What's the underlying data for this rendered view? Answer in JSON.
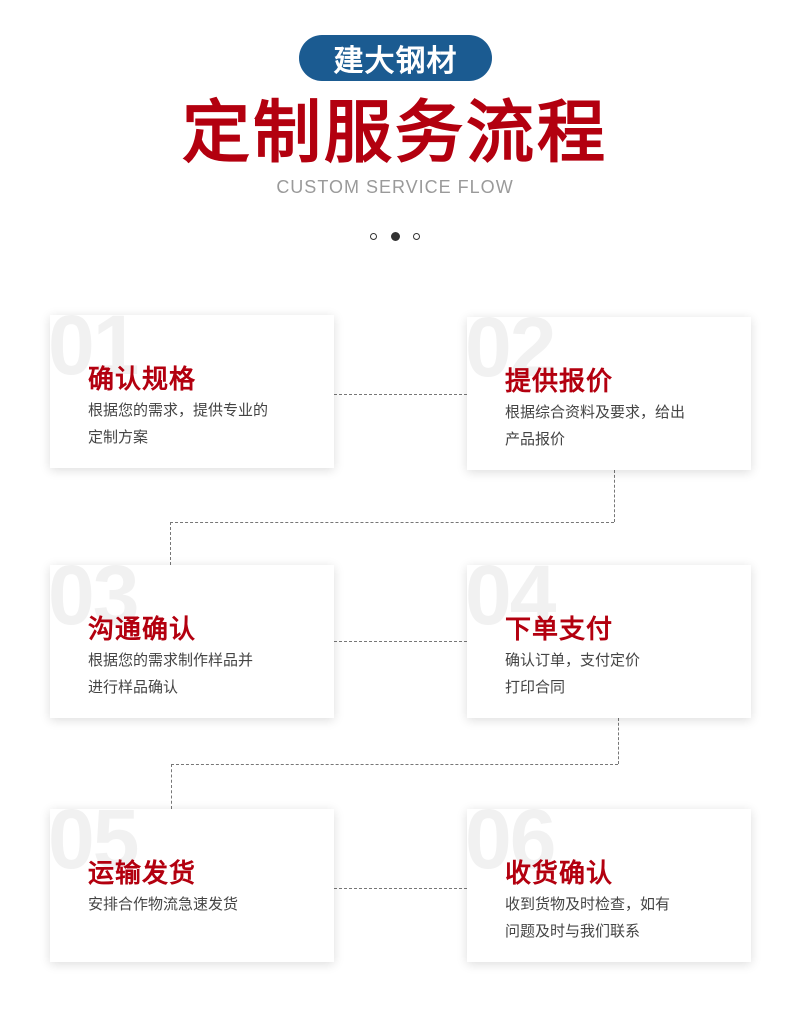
{
  "header": {
    "brand": "建大钢材",
    "title": "定制服务流程",
    "subtitle": "CUSTOM SERVICE FLOW"
  },
  "steps": [
    {
      "num": "01",
      "title": "确认规格",
      "desc": [
        "根据您的需求，提供专业的",
        "定制方案"
      ]
    },
    {
      "num": "02",
      "title": "提供报价",
      "desc": [
        "根据综合资料及要求，给出",
        "产品报价"
      ]
    },
    {
      "num": "03",
      "title": "沟通确认",
      "desc": [
        "根据您的需求制作样品并",
        "进行样品确认"
      ]
    },
    {
      "num": "04",
      "title": "下单支付",
      "desc": [
        "确认订单，支付定价",
        "打印合同"
      ]
    },
    {
      "num": "05",
      "title": "运输发货",
      "desc": [
        "安排合作物流急速发货",
        ""
      ]
    },
    {
      "num": "06",
      "title": "收货确认",
      "desc": [
        "收到货物及时检查，如有",
        "问题及时与我们联系"
      ]
    }
  ],
  "colors": {
    "accent": "#b3000f",
    "brand_pill": "#1b5b91"
  }
}
